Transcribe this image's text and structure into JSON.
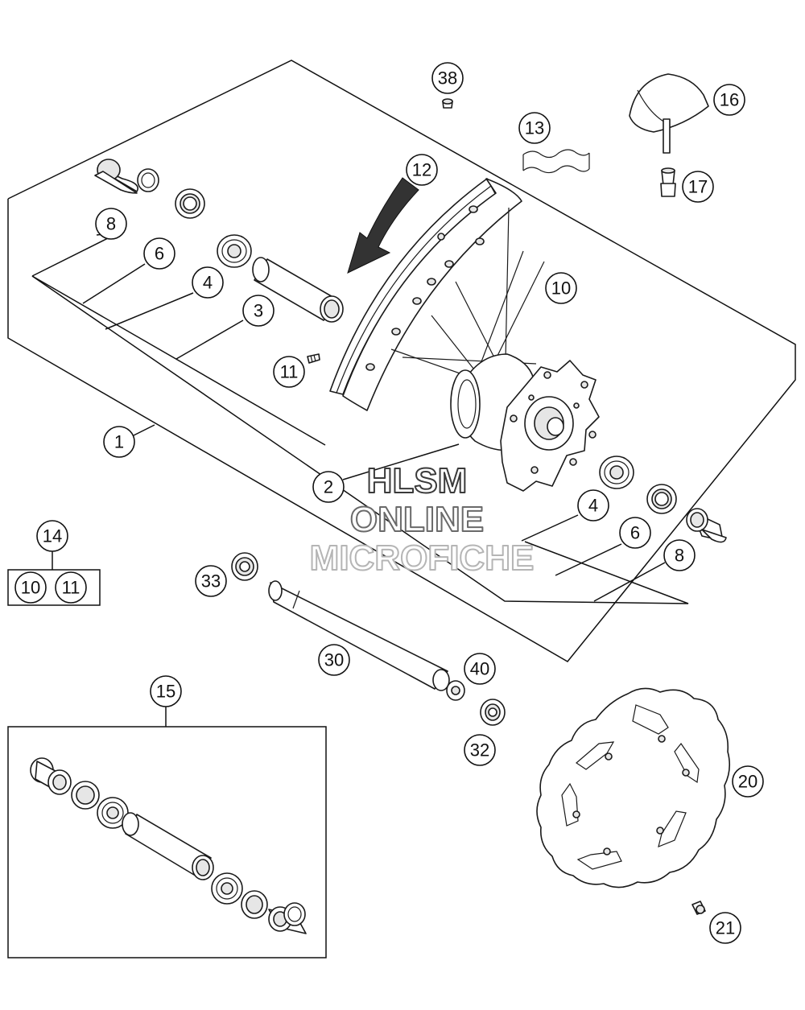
{
  "callouts": {
    "c1": "1",
    "c2": "2",
    "c3": "3",
    "c4a": "4",
    "c4b": "4",
    "c6a": "6",
    "c6b": "6",
    "c8a": "8",
    "c8b": "8",
    "c10a": "10",
    "c10b": "10",
    "c11a": "11",
    "c11b": "11",
    "c12": "12",
    "c13": "13",
    "c14": "14",
    "c15": "15",
    "c16": "16",
    "c17": "17",
    "c20": "20",
    "c21": "21",
    "c30": "30",
    "c32": "32",
    "c33": "33",
    "c38": "38",
    "c40": "40"
  },
  "watermark": {
    "line1": "HLSM",
    "line2": "ONLINE",
    "line3": "MICROFICHE"
  }
}
